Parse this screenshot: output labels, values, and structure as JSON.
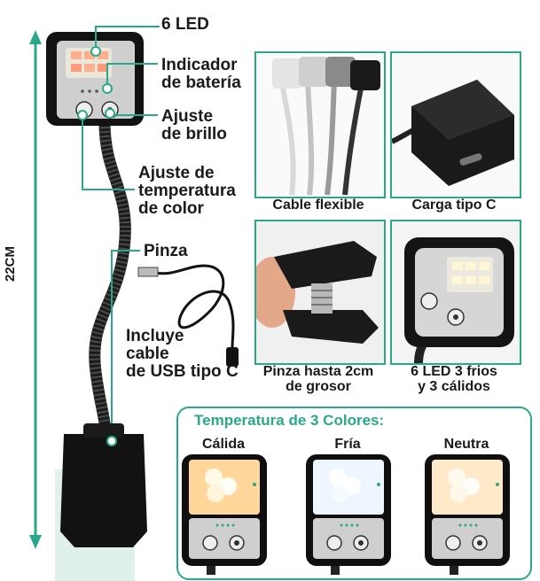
{
  "height_label": "22CM",
  "callouts": {
    "led": "6 LED",
    "battery_line1": "Indicador",
    "battery_line2": "de batería",
    "brightness_line1": "Ajuste",
    "brightness_line2": "de brillo",
    "colortemp_line1": "Ajuste de",
    "colortemp_line2": "temperatura",
    "colortemp_line3": "de color",
    "clip": "Pinza",
    "cable_line1": "Incluye",
    "cable_line2": "cable",
    "cable_line3": "de USB tipo C"
  },
  "panels": {
    "flexible": "Cable flexible",
    "charging": "Carga tipo C",
    "clip_line1": "Pinza hasta 2cm",
    "clip_line2": "de grosor",
    "leds_line1": "6 LED 3 frios",
    "leds_line2": "y 3 cálidos"
  },
  "temperature": {
    "title": "Temperatura de 3 Colores:",
    "modes": [
      "Cálida",
      "Fría",
      "Neutra"
    ]
  },
  "colors": {
    "accent": "#2aa889",
    "warm": "#ffd79a",
    "cold": "#eef6ff",
    "neutral": "#ffe9c8"
  }
}
